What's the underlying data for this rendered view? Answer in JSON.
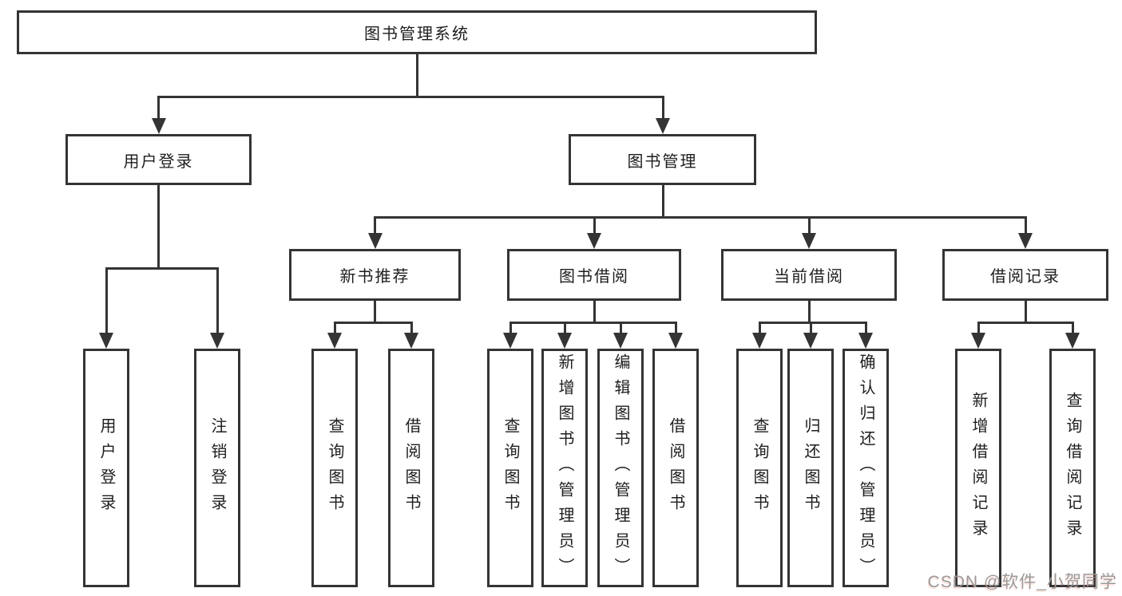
{
  "diagram": {
    "title": "图书管理系统",
    "nodes": {
      "root": "图书管理系统",
      "user_login": "用户登录",
      "book_mgmt": "图书管理",
      "new_book": "新书推荐",
      "book_borrow": "图书借阅",
      "current_borrow": "当前借阅",
      "borrow_record": "借阅记录",
      "leaf_user_login": "用户登录",
      "leaf_logout": "注销登录",
      "leaf_nb_query": "查询图书",
      "leaf_nb_borrow": "借阅图书",
      "leaf_bb_query": "查询图书",
      "leaf_bb_add": "新增图书（管理员）",
      "leaf_bb_edit": "编辑图书（管理员）",
      "leaf_bb_borrow": "借阅图书",
      "leaf_cb_query": "查询图书",
      "leaf_cb_return": "归还图书",
      "leaf_cb_confirm": "确认归还（管理员）",
      "leaf_br_add": "新增借阅记录",
      "leaf_br_query": "查询借阅记录"
    },
    "hierarchy": {
      "图书管理系统": [
        "用户登录",
        "图书管理"
      ],
      "用户登录": [
        "用户登录",
        "注销登录"
      ],
      "图书管理": [
        "新书推荐",
        "图书借阅",
        "当前借阅",
        "借阅记录"
      ],
      "新书推荐": [
        "查询图书",
        "借阅图书"
      ],
      "图书借阅": [
        "查询图书",
        "新增图书（管理员）",
        "编辑图书（管理员）",
        "借阅图书"
      ],
      "当前借阅": [
        "查询图书",
        "归还图书",
        "确认归还（管理员）"
      ],
      "借阅记录": [
        "新增借阅记录",
        "查询借阅记录"
      ]
    },
    "colors": {
      "line": "#343434",
      "text": "#1e1e1e",
      "background": "#ffffff"
    }
  },
  "watermark": "CSDN @软件_小贺同学"
}
